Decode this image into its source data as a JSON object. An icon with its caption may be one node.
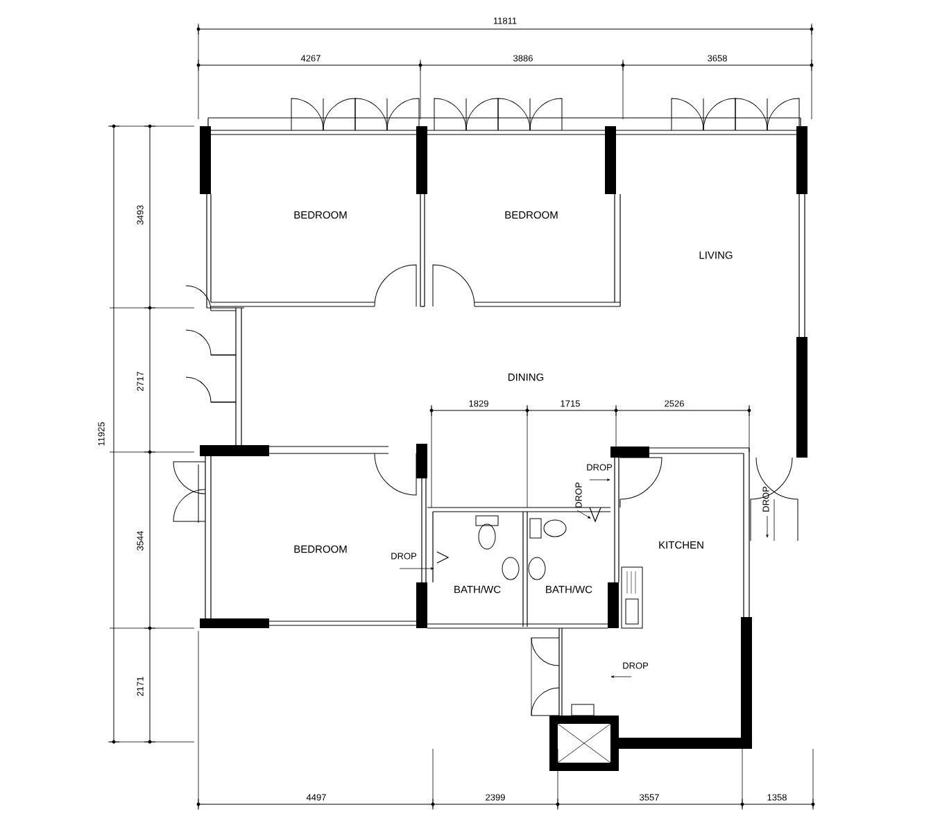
{
  "diagram": {
    "labels": [
      "11811",
      "4267",
      "3886",
      "3658",
      "3493",
      "BEDROOM",
      "BEDROOM",
      "LIVING",
      "2717",
      "DINING",
      "1829",
      "1715",
      "2526",
      "11925",
      "DROP",
      "DROP",
      "DROP",
      "3544",
      "BEDROOM",
      "KITCHEN",
      "DROP",
      "BATH/WC",
      "BATH/WC",
      "DROP",
      "2171",
      "4497",
      "2399",
      "3557",
      "1358"
    ]
  }
}
